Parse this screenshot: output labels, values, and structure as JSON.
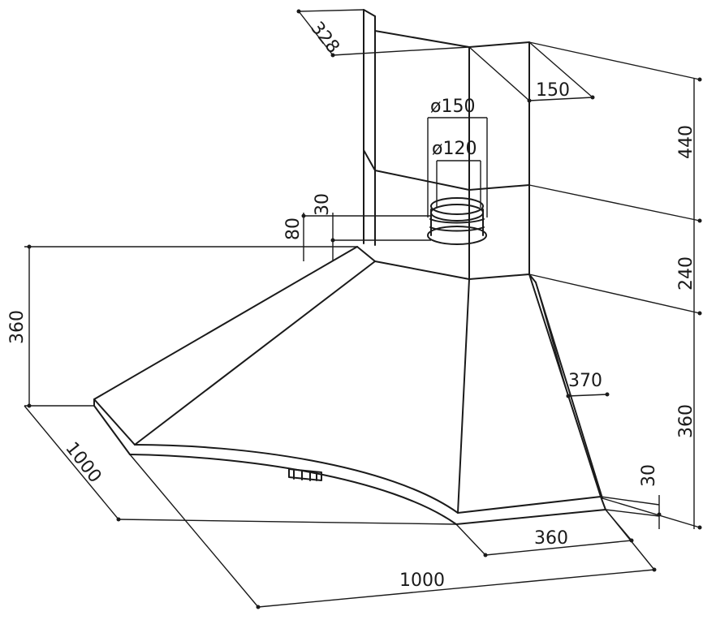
{
  "dimensions": {
    "chimney_depth": "328",
    "chimney_width": "150",
    "outer_diameter": "ø150",
    "inner_diameter": "ø120",
    "collar_height_a": "30",
    "collar_height_b": "80",
    "chimney_upper_height": "440",
    "chimney_lower_height": "240",
    "canopy_height_left": "360",
    "canopy_height_right": "360",
    "canopy_edge": "370",
    "rim_height": "30",
    "front_depth": "360",
    "side_length_left": "1000",
    "side_length_bottom": "1000"
  }
}
